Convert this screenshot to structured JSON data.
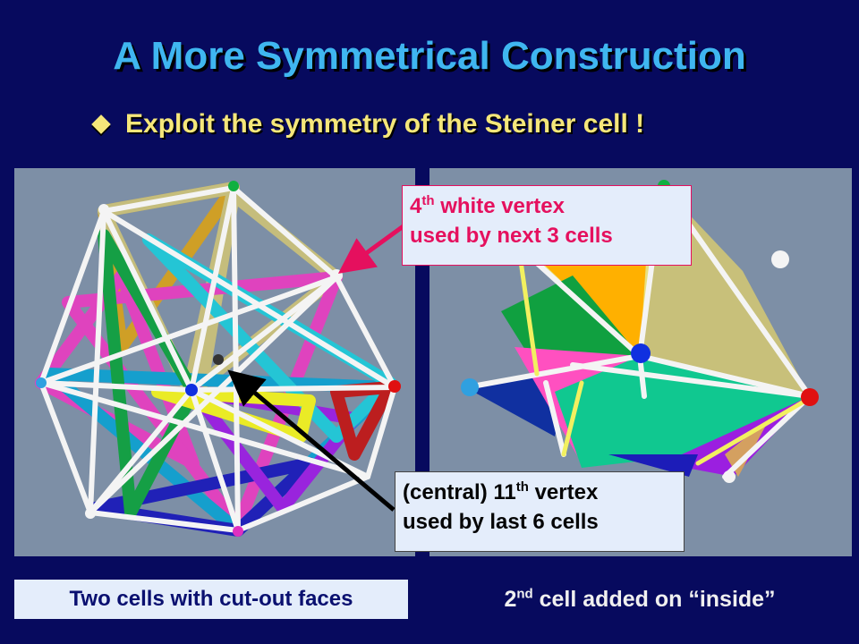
{
  "slide": {
    "title": "A More Symmetrical Construction",
    "bullet": "Exploit the symmetry of the Steiner cell !",
    "bullet_icon": "diamond-bullet-icon"
  },
  "callouts": {
    "top": {
      "ordinal": "4",
      "sup": "th",
      "rest1": " white vertex",
      "line2": "used by next 3 cells",
      "color": "#e5105e"
    },
    "bottom": {
      "prefix": "(central) 11",
      "sup": "th",
      "rest1": " vertex",
      "line2": "used by last 6 cells",
      "color": "#050505"
    }
  },
  "captions": {
    "left": "Two cells with cut-out faces",
    "right_num": "2",
    "right_sup": "nd",
    "right_rest": " cell added on “inside”"
  },
  "colors": {
    "background": "#070a5e",
    "title": "#3fb6f0",
    "bullet": "#f5e77a",
    "panel": "#7d8fa6"
  }
}
